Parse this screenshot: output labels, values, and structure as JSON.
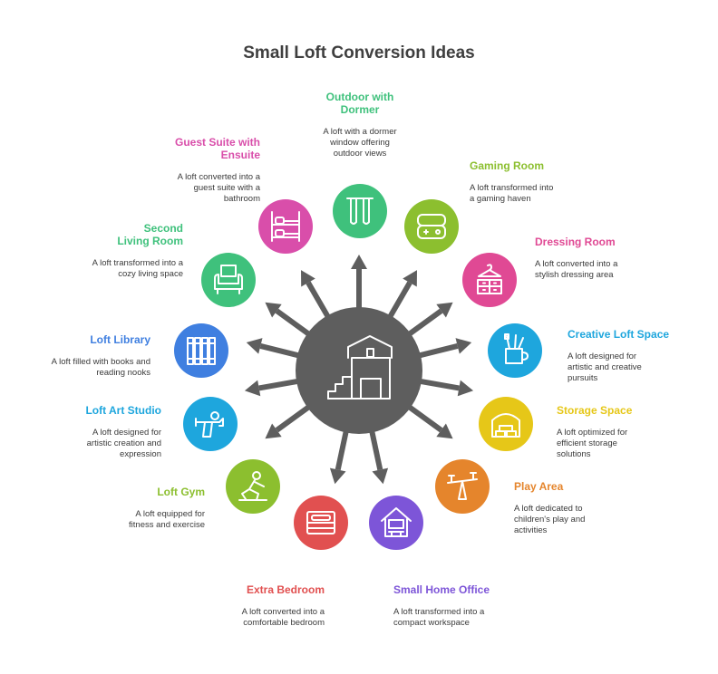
{
  "title": "Small Loft Conversion Ideas",
  "center": {
    "fill": "#5e5e5e",
    "icon": "house-stairs-icon"
  },
  "items": [
    {
      "key": "outdoor-with-dormer",
      "title": "Outdoor with Dormer",
      "desc": "A loft with a dormer window offering outdoor views",
      "color": "#3fc17c",
      "icon": "swing-icon"
    },
    {
      "key": "gaming-room",
      "title": "Gaming Room",
      "desc": "A loft transformed into a gaming haven",
      "color": "#8cbf2f",
      "icon": "game-console-icon"
    },
    {
      "key": "dressing-room",
      "title": "Dressing Room",
      "desc": "A loft converted into a stylish dressing area",
      "color": "#e04994",
      "icon": "hanger-dresser-icon"
    },
    {
      "key": "creative-loft-space",
      "title": "Creative Loft Space",
      "desc": "A loft designed for artistic and creative pursuits",
      "color": "#1ea6dd",
      "icon": "brush-cup-icon"
    },
    {
      "key": "storage-space",
      "title": "Storage Space",
      "desc": "A loft optimized for efficient storage solutions",
      "color": "#e6c718",
      "icon": "storage-boxes-icon"
    },
    {
      "key": "play-area",
      "title": "Play Area",
      "desc": "A loft dedicated to children's play and activities",
      "color": "#e5852c",
      "icon": "seesaw-icon"
    },
    {
      "key": "small-home-office",
      "title": "Small Home Office",
      "desc": "A loft transformed into a compact workspace",
      "color": "#7d55d8",
      "icon": "home-office-icon"
    },
    {
      "key": "extra-bedroom",
      "title": "Extra Bedroom",
      "desc": "A loft converted into a comfortable bedroom",
      "color": "#e15050",
      "icon": "bed-icon"
    },
    {
      "key": "loft-gym",
      "title": "Loft Gym",
      "desc": "A loft equipped for fitness and exercise",
      "color": "#8cbf2f",
      "icon": "exercise-icon"
    },
    {
      "key": "loft-art-studio",
      "title": "Loft Art Studio",
      "desc": "A loft designed for artistic creation and expression",
      "color": "#1ea6dd",
      "icon": "airbrush-icon"
    },
    {
      "key": "loft-library",
      "title": "Loft Library",
      "desc": "A loft filled with books and reading nooks",
      "color": "#3f7fe0",
      "icon": "books-icon"
    },
    {
      "key": "second-living-room",
      "title": "Second Living Room",
      "desc": "A loft transformed into a cozy living space",
      "color": "#3fc17c",
      "icon": "armchair-icon"
    },
    {
      "key": "guest-suite-with-ensuite",
      "title": "Guest Suite with Ensuite",
      "desc": "A loft converted into a guest suite with a bathroom",
      "color": "#d94eaa",
      "icon": "bunk-bed-icon"
    }
  ]
}
